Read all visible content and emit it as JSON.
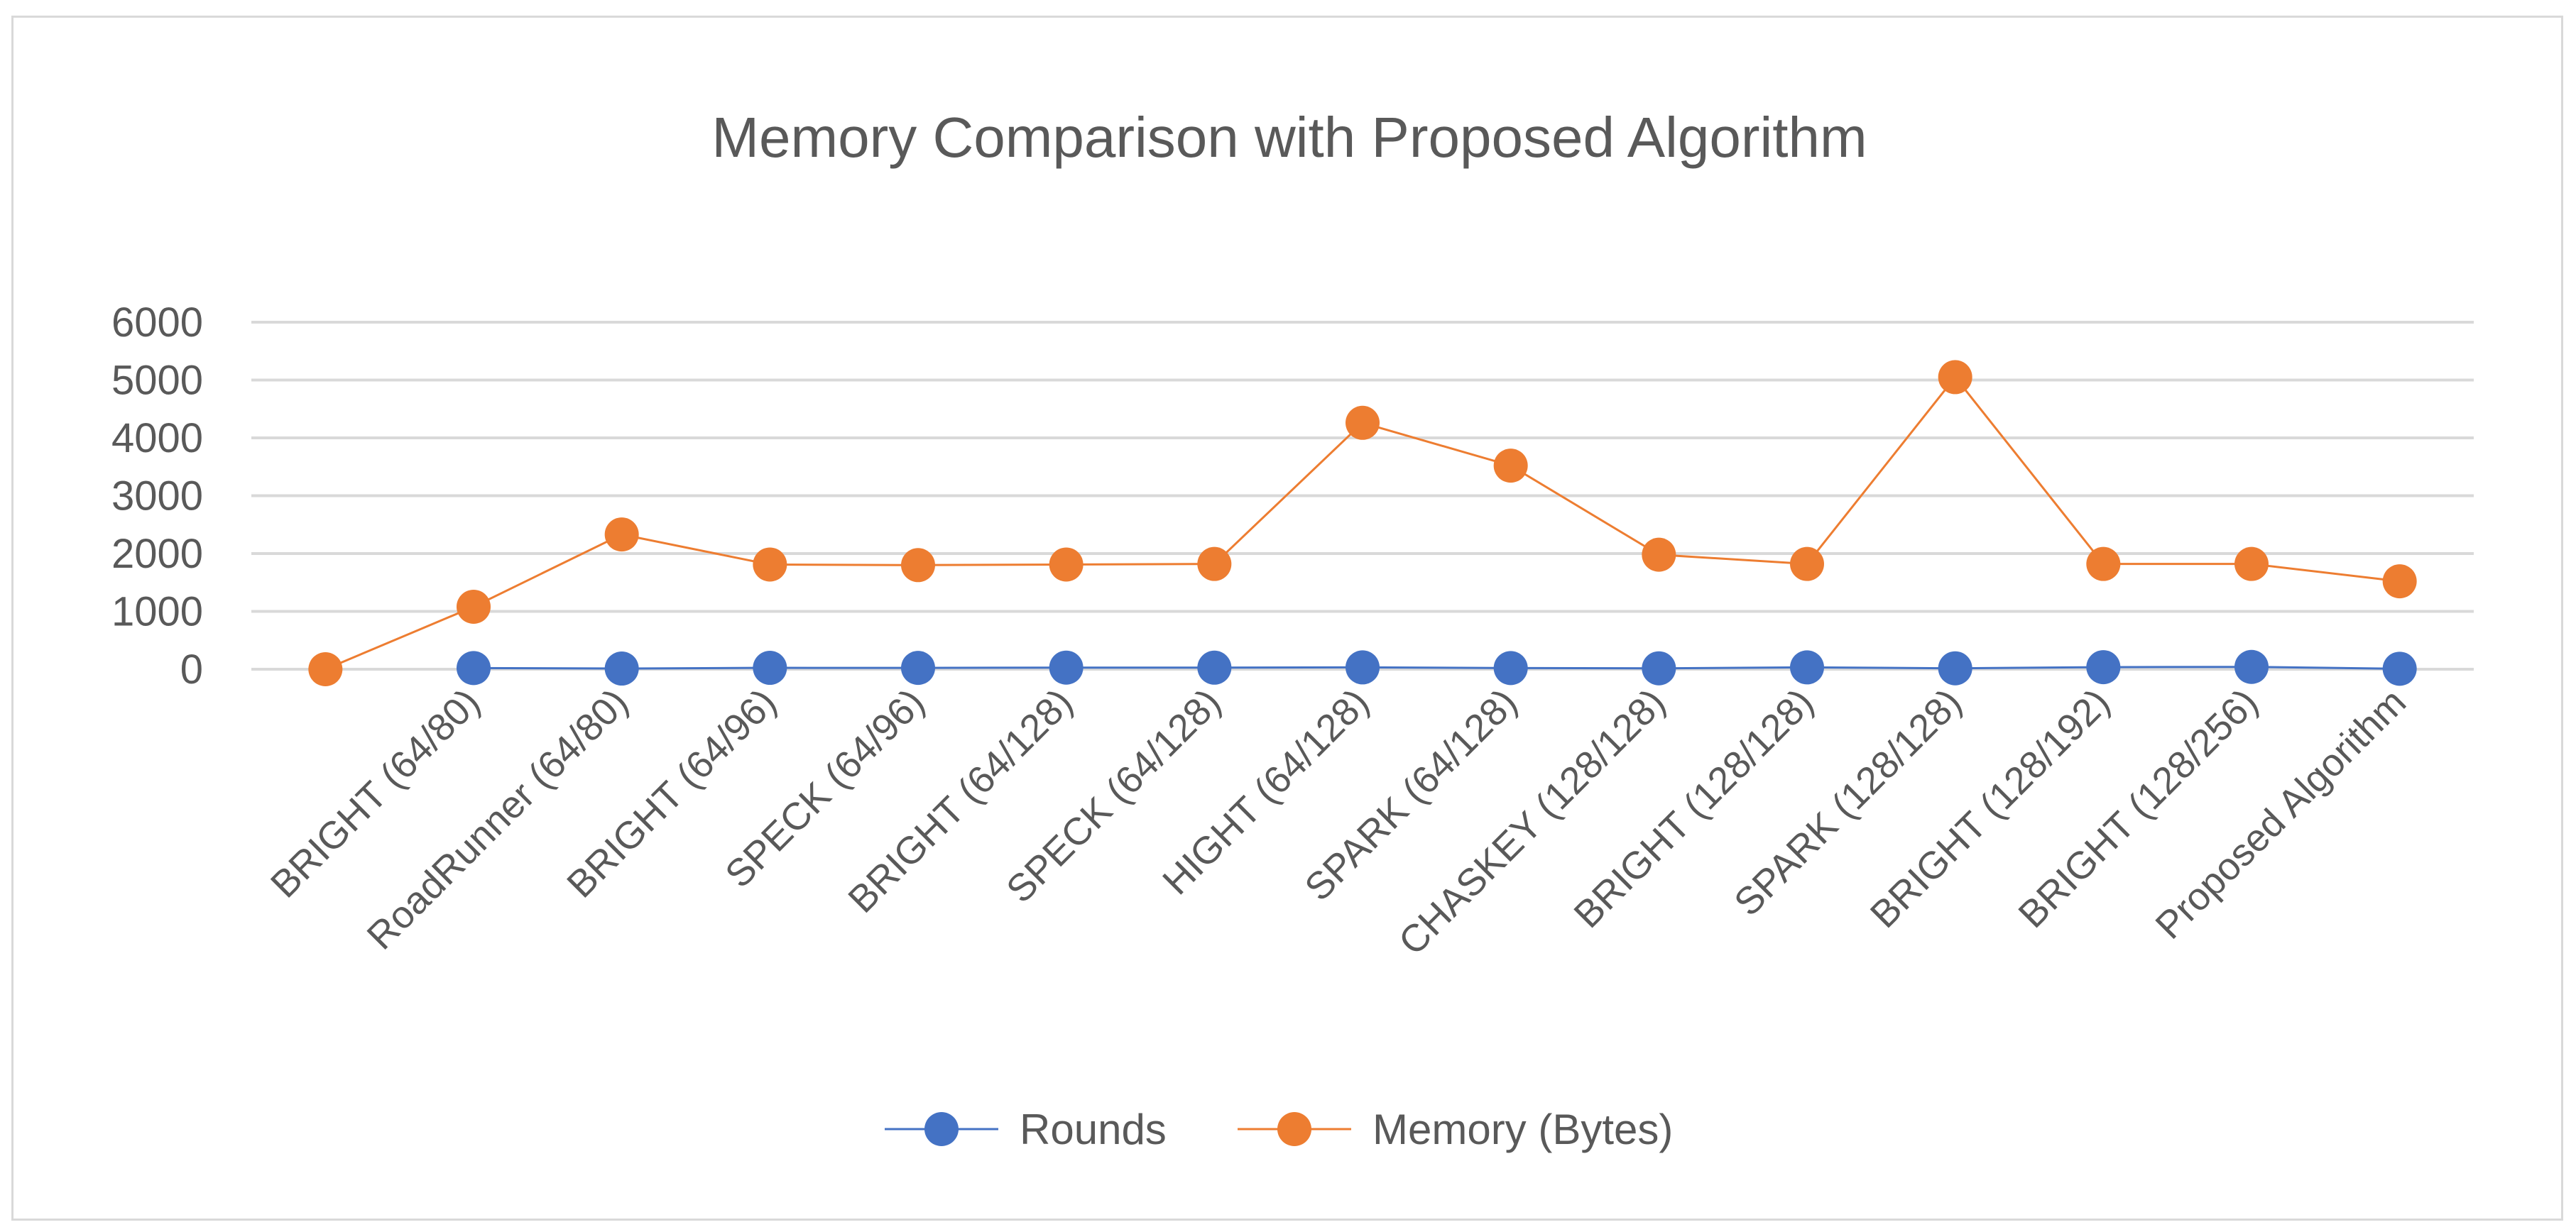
{
  "chart_data": {
    "type": "line",
    "title": "Memory Comparison with Proposed Algorithm",
    "xlabel": "",
    "ylabel": "",
    "ylim": [
      0,
      6000
    ],
    "yticks": [
      0,
      1000,
      2000,
      3000,
      4000,
      5000,
      6000
    ],
    "grid": true,
    "legend_position": "bottom",
    "categories": [
      "",
      "BRIGHT (64/80)",
      "RoadRunner (64/80)",
      "BRIGHT (64/96)",
      "SPECK (64/96)",
      "BRIGHT (64/128)",
      "SPECK (64/128)",
      "HIGHT (64/128)",
      "SPARK (64/128)",
      "CHASKEY (128/128)",
      "BRIGHT (128/128)",
      "SPARK (128/128)",
      "BRIGHT (128/192)",
      "BRIGHT (128/256)",
      "Proposed Algorithm"
    ],
    "series": [
      {
        "name": "Rounds",
        "color": "#4472c4",
        "values": [
          null,
          20,
          12,
          24,
          23,
          28,
          27,
          32,
          20,
          16,
          32,
          16,
          36,
          40,
          8
        ]
      },
      {
        "name": "Memory (Bytes)",
        "color": "#ed7d31",
        "values": [
          0,
          1080,
          2330,
          1810,
          1800,
          1810,
          1820,
          4260,
          3520,
          1980,
          1820,
          5050,
          1820,
          1820,
          1520
        ]
      }
    ]
  }
}
